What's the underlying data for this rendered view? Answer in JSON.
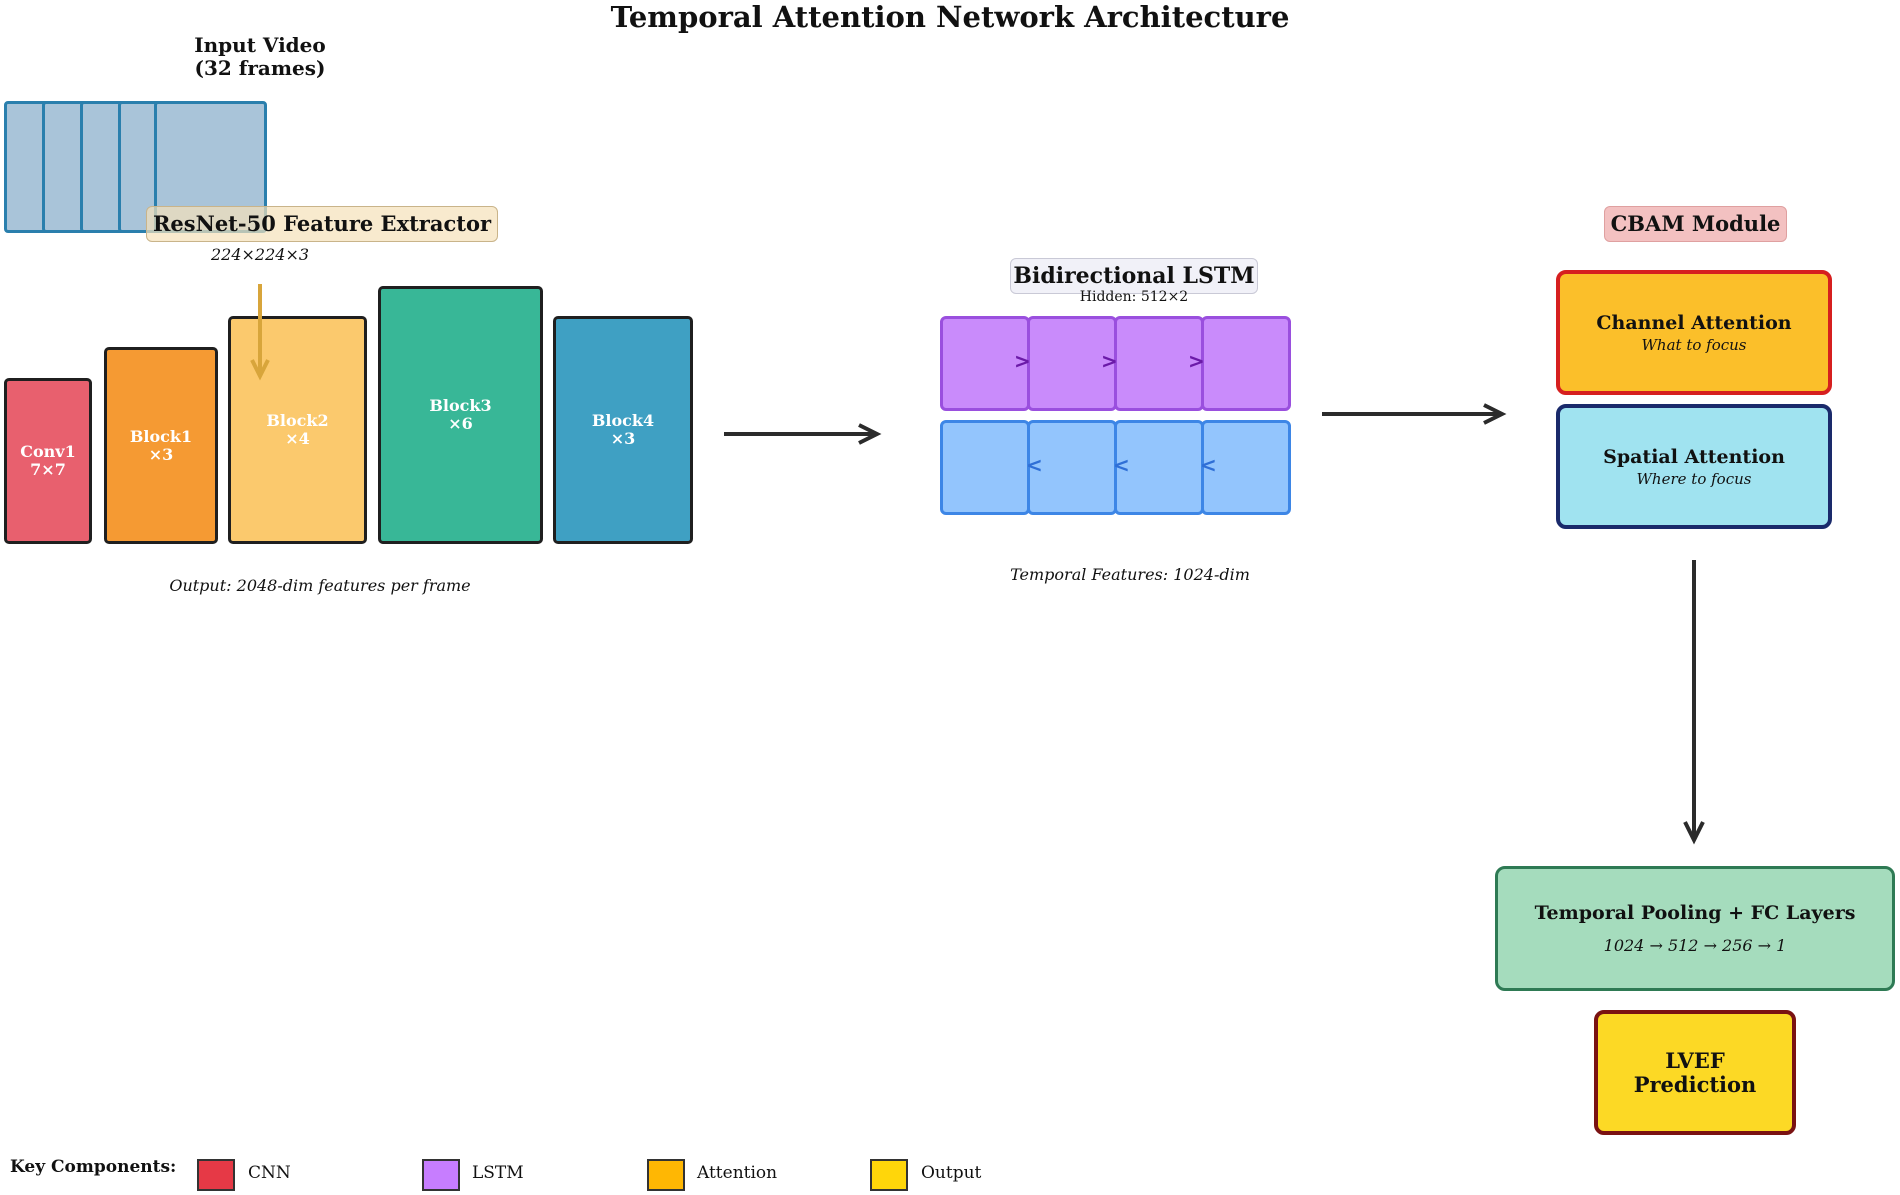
{
  "title": "Temporal Attention Network Architecture",
  "input": {
    "title_line1": "Input Video",
    "title_line2": "(32 frames)",
    "dims": "224×224×3"
  },
  "resnet": {
    "label": "ResNet-50 Feature Extractor",
    "blocks": [
      {
        "name": "Conv1",
        "detail": "7×7",
        "color": "#e8606e"
      },
      {
        "name": "Block1",
        "detail": "×3",
        "color": "#f59a33"
      },
      {
        "name": "Block2",
        "detail": "×4",
        "color": "#fbc96d"
      },
      {
        "name": "Block3",
        "detail": "×6",
        "color": "#38b797"
      },
      {
        "name": "Block4",
        "detail": "×3",
        "color": "#3fa0c3"
      }
    ],
    "output_note": "Output: 2048-dim features per frame"
  },
  "lstm": {
    "label": "Bidirectional LSTM",
    "hidden": "Hidden: 512×2",
    "forward_glyph": ">",
    "backward_glyph": "<",
    "output_note": "Temporal Features: 1024-dim"
  },
  "cbam": {
    "label": "CBAM Module",
    "channel": {
      "title": "Channel Attention",
      "sub": "What to focus"
    },
    "spatial": {
      "title": "Spatial Attention",
      "sub": "Where to focus"
    }
  },
  "head": {
    "title": "Temporal Pooling + FC Layers",
    "dims": "1024 → 512 → 256 → 1"
  },
  "output": {
    "line1": "LVEF",
    "line2": "Prediction"
  },
  "legend": {
    "title": "Key Components:",
    "items": [
      {
        "label": "CNN",
        "color": "#e63946"
      },
      {
        "label": "LSTM",
        "color": "#c77dff"
      },
      {
        "label": "Attention",
        "color": "#ffb703"
      },
      {
        "label": "Output",
        "color": "#ffd60a"
      }
    ]
  }
}
